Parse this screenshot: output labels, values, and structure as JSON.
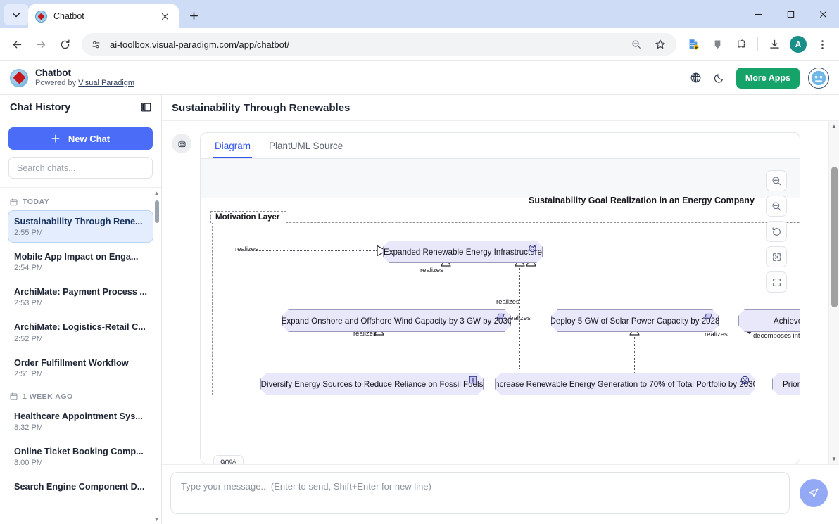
{
  "browser": {
    "tab": {
      "title": "Chatbot",
      "favicon_icon": "visual-paradigm-favicon",
      "close_icon": "close-icon"
    },
    "new_tab_label": "+",
    "tab_search_icon": "chevron-down-icon",
    "window": {
      "minimize": "—",
      "maximize": "□",
      "close": "✕"
    },
    "nav": {
      "back_icon": "arrow-left-icon",
      "forward_icon": "arrow-right-icon",
      "reload_icon": "reload-icon"
    },
    "omnibox": {
      "site_settings_icon": "tune-icon",
      "url": "ai-toolbox.visual-paradigm.com/app/chatbot/",
      "zoom_out_icon": "zoom-out-icon",
      "bookmark_icon": "star-icon"
    },
    "toolbar_icons": [
      "extension-doc-icon",
      "bookmark-pin-icon",
      "extensions-puzzle-icon",
      "downloads-icon"
    ],
    "profile_initial": "A",
    "menu_icon": "three-dots-vertical-icon"
  },
  "app": {
    "logo_icon": "visual-paradigm-logo",
    "title": "Chatbot",
    "subtitle_prefix": "Powered by ",
    "subtitle_link": "Visual Paradigm",
    "language_icon": "globe-icon",
    "theme_icon": "moon-icon",
    "more_apps_label": "More Apps",
    "avatar_icon": "chatbot-avatar-icon"
  },
  "sidebar": {
    "title": "Chat History",
    "collapse_icon": "panel-toggle-icon",
    "new_chat_label": "New Chat",
    "new_chat_icon": "plus-icon",
    "search_placeholder": "Search chats...",
    "groups": [
      {
        "label": "TODAY",
        "icon": "calendar-icon",
        "items": [
          {
            "name": "Sustainability Through Rene...",
            "time": "2:55 PM",
            "active": true
          },
          {
            "name": "Mobile App Impact on Enga...",
            "time": "2:54 PM",
            "active": false
          },
          {
            "name": "ArchiMate: Payment Process ...",
            "time": "2:53 PM",
            "active": false
          },
          {
            "name": "ArchiMate: Logistics-Retail C...",
            "time": "2:52 PM",
            "active": false
          },
          {
            "name": "Order Fulfillment Workflow",
            "time": "2:51 PM",
            "active": false
          }
        ]
      },
      {
        "label": "1 WEEK AGO",
        "icon": "calendar-icon",
        "items": [
          {
            "name": "Healthcare Appointment Sys...",
            "time": "8:32 PM",
            "active": false
          },
          {
            "name": "Online Ticket Booking Comp...",
            "time": "8:00 PM",
            "active": false
          },
          {
            "name": "Search Engine Component D...",
            "time": "",
            "active": false
          }
        ]
      }
    ]
  },
  "main": {
    "page_title": "Sustainability Through Renewables",
    "bot_icon": "robot-icon",
    "tabs": [
      {
        "label": "Diagram",
        "active": true
      },
      {
        "label": "PlantUML Source",
        "active": false
      }
    ],
    "zoom_controls": [
      {
        "icon": "zoom-in-icon",
        "name": "zoom-in-button"
      },
      {
        "icon": "zoom-out-icon",
        "name": "zoom-out-button"
      },
      {
        "icon": "reset-rotate-icon",
        "name": "reset-view-button"
      },
      {
        "icon": "fit-screen-icon",
        "name": "fit-to-screen-button"
      },
      {
        "icon": "fullscreen-icon",
        "name": "fullscreen-button"
      }
    ],
    "zoom_level": "90%"
  },
  "diagram": {
    "title": "Sustainability Goal Realization in an Energy Company",
    "layer_label": "Motivation Layer",
    "nodes": [
      {
        "id": "n1",
        "label": "Expanded Renewable Energy Infrastructure",
        "icon": "goal-target-icon"
      },
      {
        "id": "n2",
        "label": "Expand Onshore and Offshore Wind Capacity by 3 GW by 2030",
        "icon": "outcome-icon"
      },
      {
        "id": "n3",
        "label": "Deploy 5 GW of Solar Power Capacity by 2028",
        "icon": "outcome-icon"
      },
      {
        "id": "n4",
        "label": "Achieve Net-Zero",
        "icon": "goal-target-icon"
      },
      {
        "id": "n5",
        "label": "Diversify Energy Sources to Reduce Reliance on Fossil Fuels",
        "icon": "principle-icon"
      },
      {
        "id": "n6",
        "label": "Increase Renewable Energy Generation to 70% of Total Portfolio by 2030",
        "icon": "goal-target-icon"
      },
      {
        "id": "n7",
        "label": "Prior",
        "icon": "none"
      }
    ],
    "relationship_labels": [
      "realizes",
      "realizes",
      "realizes",
      "realizes",
      "realizes",
      "realizes",
      "realizes",
      "decomposes into"
    ]
  },
  "composer": {
    "placeholder": "Type your message... (Enter to send, Shift+Enter for new line)",
    "value": "",
    "send_icon": "send-icon"
  }
}
